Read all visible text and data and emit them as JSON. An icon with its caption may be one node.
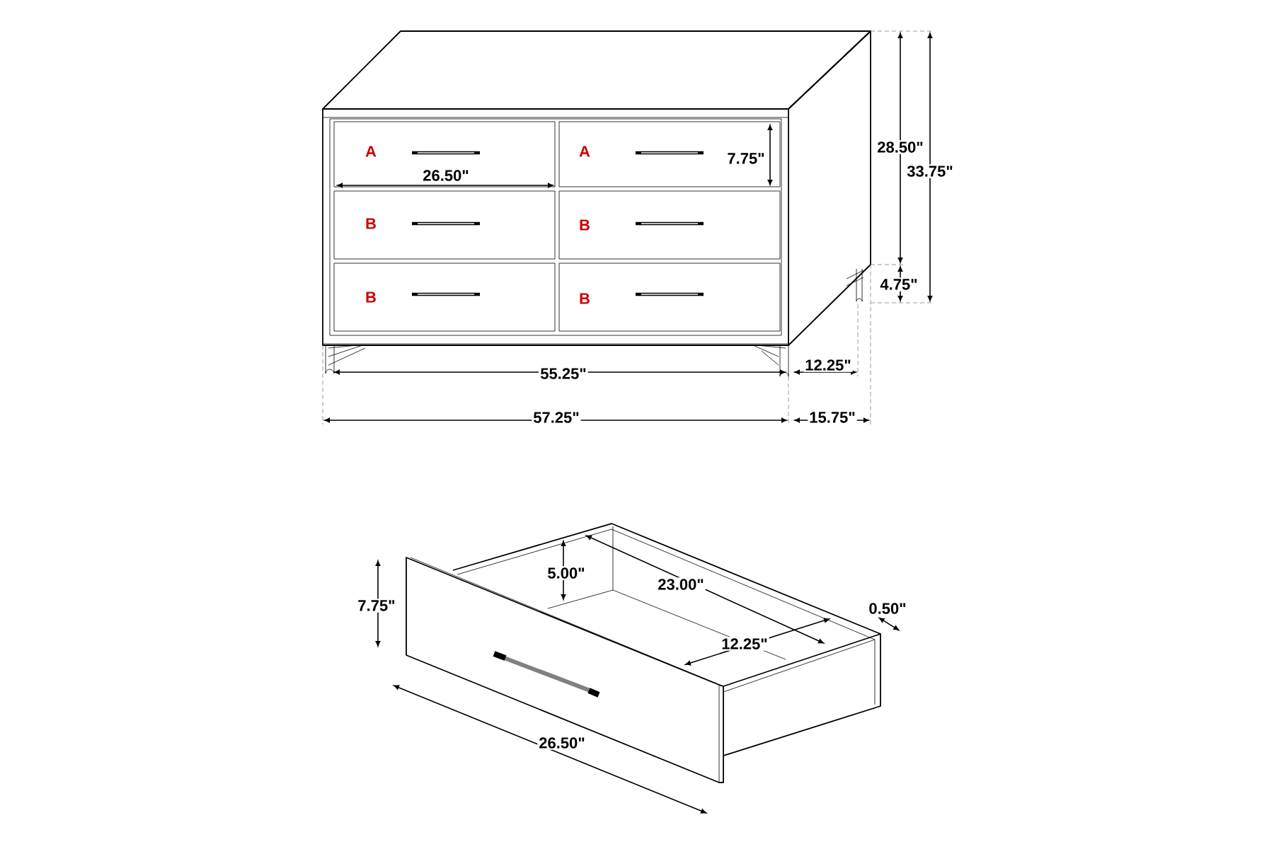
{
  "diagram": {
    "labels": [
      "A",
      "A",
      "7.75\"",
      "28.50\"",
      "26.50\"",
      "33.75\"",
      "B",
      "B",
      "B",
      "B",
      "4.75\"",
      "12.25\"",
      "55.25\"",
      "57.25\"",
      "15.75\"",
      "5.00\"",
      "23.00\"",
      "7.75\"",
      "0.50\"",
      "12.25\"",
      "26.50\""
    ]
  }
}
